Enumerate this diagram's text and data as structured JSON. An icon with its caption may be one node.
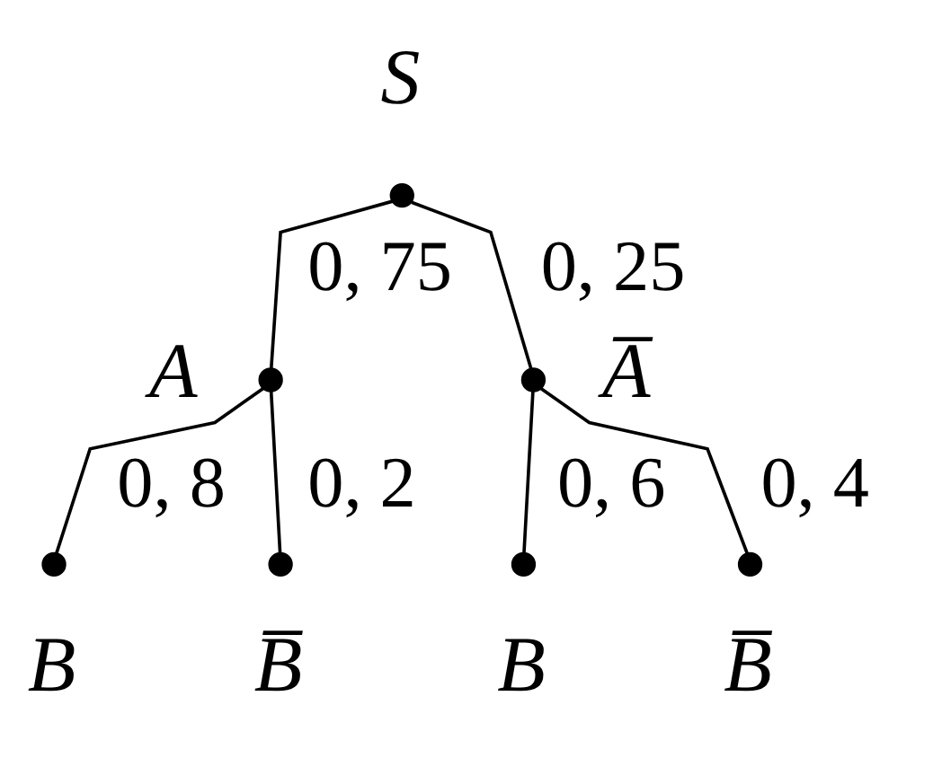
{
  "diagram": {
    "nodes": [
      {
        "text": [],
        "shape": "circle",
        "beside": [
          "S"
        ]
      },
      {
        "text": [],
        "shape": "circle",
        "beside": [
          "A"
        ]
      },
      {
        "text": [],
        "shape": "circle",
        "beside": [
          "A̅"
        ]
      },
      {
        "text": [],
        "shape": "circle",
        "beside": [
          "B"
        ]
      },
      {
        "text": [],
        "shape": "circle",
        "beside": [
          "B̅"
        ]
      },
      {
        "text": [],
        "shape": "circle",
        "beside": [
          "B"
        ]
      },
      {
        "text": [],
        "shape": "circle",
        "beside": [
          "B̅"
        ]
      }
    ],
    "edges": [
      {
        "from": 0,
        "to": 1,
        "arrow": "none",
        "label": "0, 75"
      },
      {
        "from": 0,
        "to": 2,
        "arrow": "none",
        "label": "0, 25"
      },
      {
        "from": 1,
        "to": 3,
        "arrow": "none",
        "label": "0, 8"
      },
      {
        "from": 1,
        "to": 4,
        "arrow": "none",
        "label": "0, 2"
      },
      {
        "from": 2,
        "to": 5,
        "arrow": "none",
        "label": "0, 6"
      },
      {
        "from": 2,
        "to": 6,
        "arrow": "none",
        "label": "0, 4"
      }
    ]
  }
}
